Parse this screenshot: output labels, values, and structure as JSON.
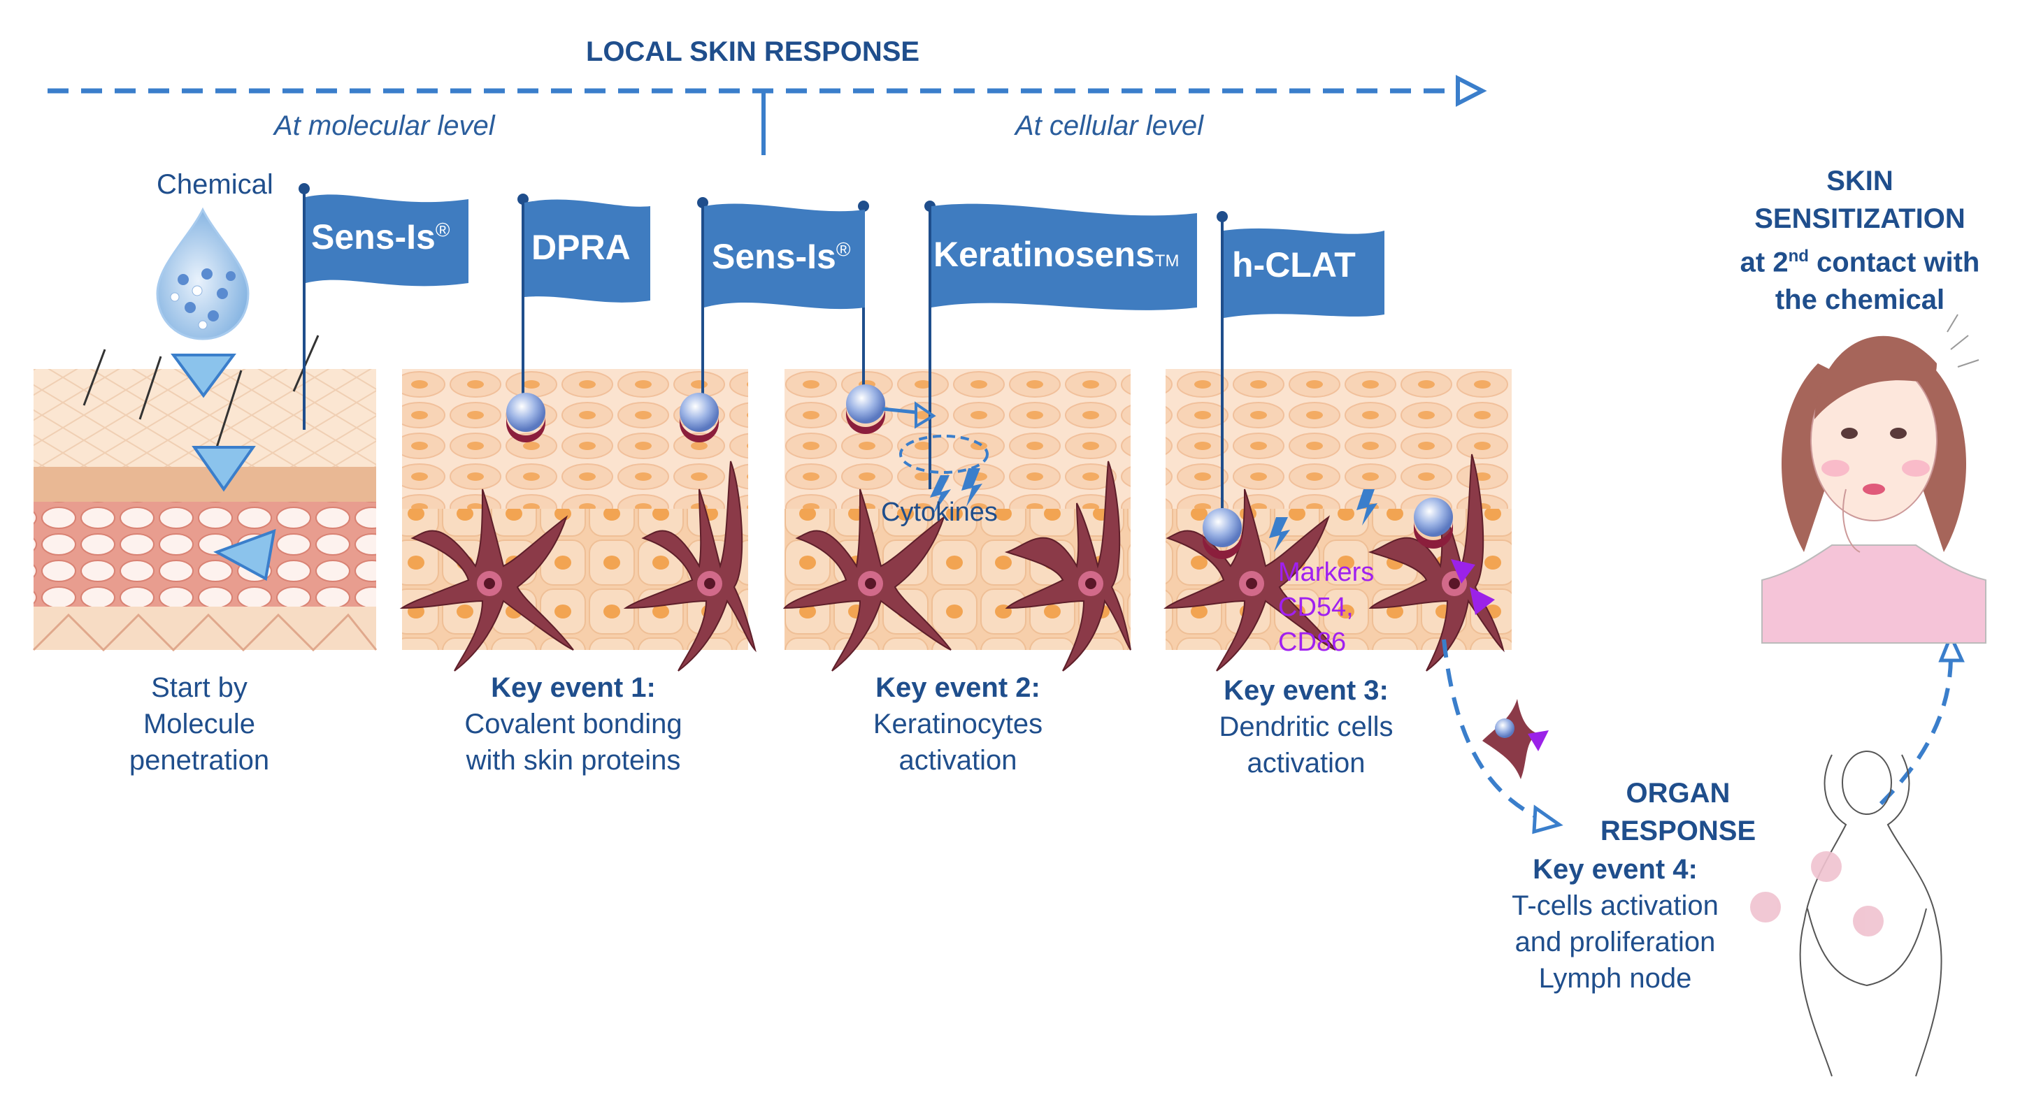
{
  "header": {
    "title": "LOCAL SKIN RESPONSE",
    "molecular": "At molecular level",
    "cellular": "At cellular level"
  },
  "chemical_label": "Chemical",
  "flags": [
    {
      "name": "Sens-Is",
      "mark": "®"
    },
    {
      "name": "DPRA",
      "mark": ""
    },
    {
      "name": "Sens-Is",
      "mark": "®"
    },
    {
      "name": "Keratinosens",
      "mark": "TM"
    },
    {
      "name": "h-CLAT",
      "mark": ""
    }
  ],
  "annotations": {
    "cytokines": "Cytokines",
    "markers": "Markers",
    "cd54": "CD54,",
    "cd86": "CD86"
  },
  "captions": {
    "start": [
      "Start by",
      "Molecule",
      "penetration"
    ],
    "ke1": {
      "title": "Key event 1:",
      "lines": [
        "Covalent bonding",
        "with skin proteins"
      ]
    },
    "ke2": {
      "title": "Key event 2:",
      "lines": [
        "Keratinocytes",
        "activation"
      ]
    },
    "ke3": {
      "title": "Key event 3:",
      "lines": [
        "Dendritic cells",
        "activation"
      ]
    },
    "ke4": {
      "title": "Key event 4:",
      "lines": [
        "T-cells activation",
        "and proliferation",
        "Lymph node"
      ]
    }
  },
  "organ": [
    "ORGAN",
    "RESPONSE"
  ],
  "sensitization": {
    "line1": "SKIN",
    "line2": "SENSITIZATION",
    "line3_pre": "at 2",
    "line3_sup": "nd",
    "line3_post": " contact with",
    "line4": "the chemical"
  },
  "colors": {
    "primary": "#1f4e8c",
    "flag": "#3f7cc0",
    "arrow": "#3a7ecb",
    "purple": "#a020f0",
    "skin": "#f9dcc3",
    "cell": "#f6c9a4",
    "nucleus": "#f0a14a",
    "dendrite": "#7a2d3a"
  }
}
